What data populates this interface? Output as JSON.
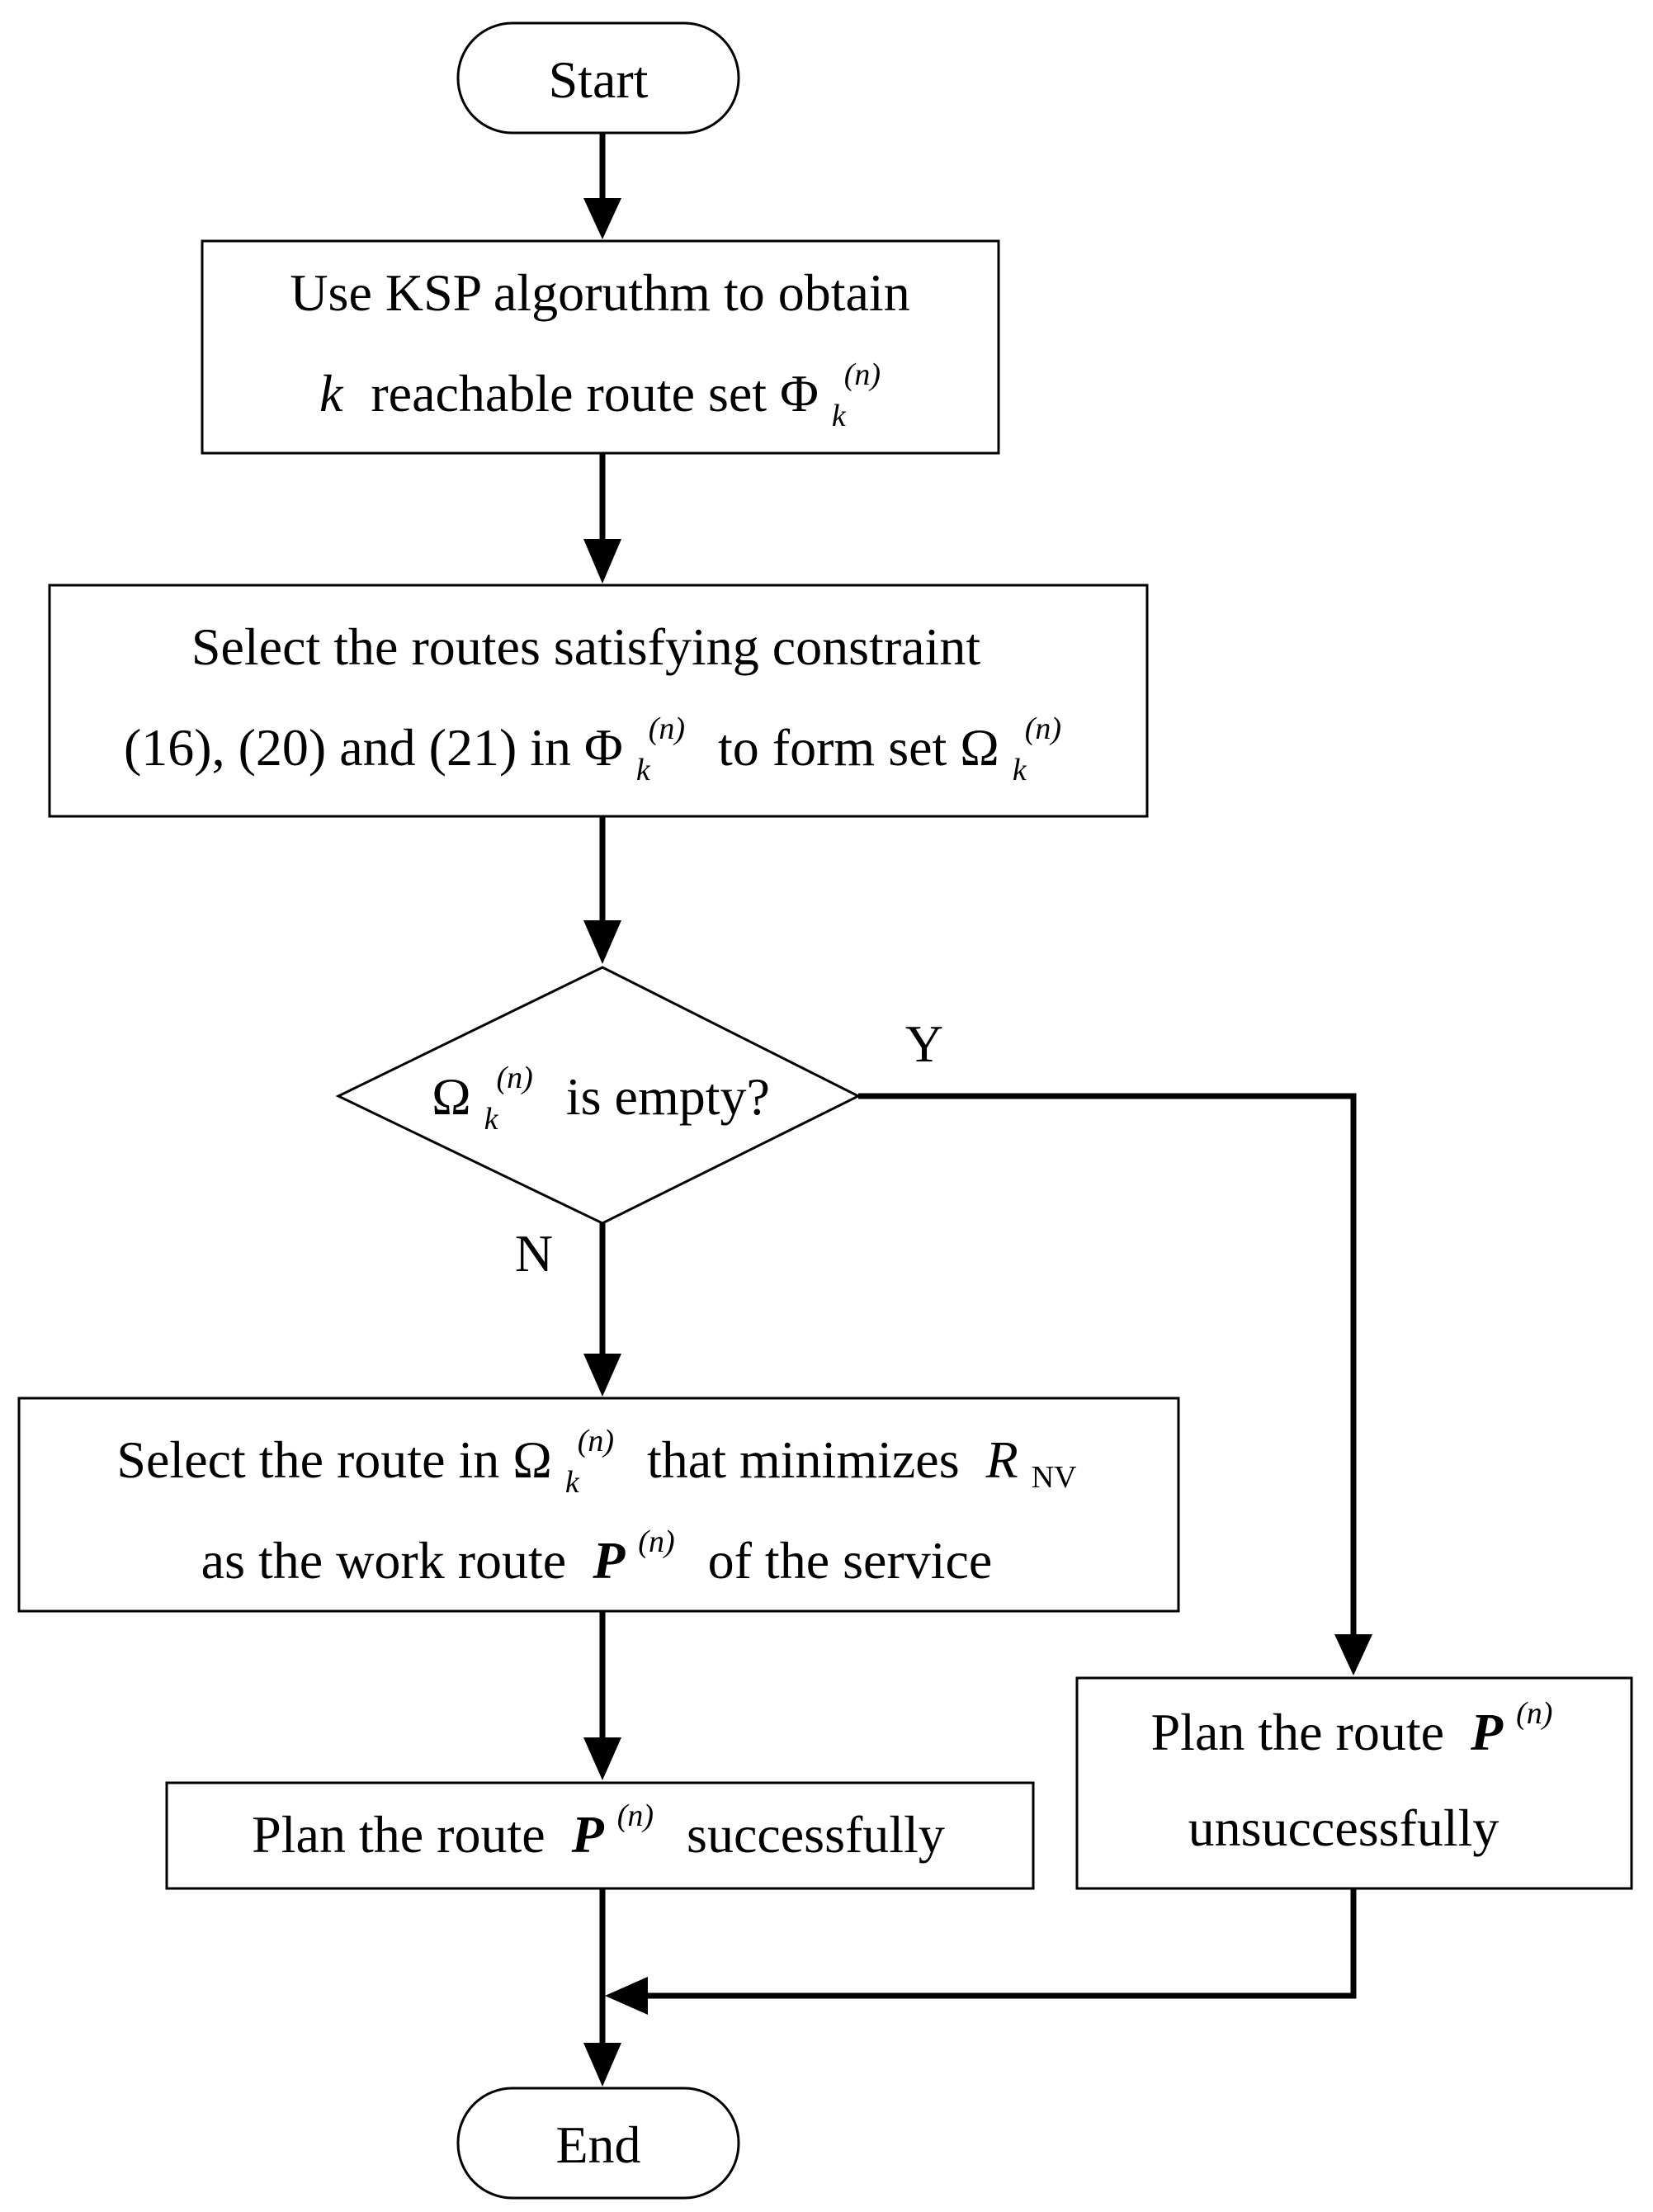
{
  "nodes": {
    "start": {
      "label": "Start"
    },
    "ksp": {
      "line1": "Use KSP algoruthm to obtain",
      "line2_pre": "k",
      "line2_mid": "reachable route set Φ",
      "sub": "k",
      "sup": "(n)"
    },
    "select_constraint": {
      "line1": "Select the routes satisfying constraint",
      "line2_a": "(16), (20) and (21) in Φ",
      "sub_a": "k",
      "sup_a": "(n)",
      "line2_b": "to form set Ω",
      "sub_b": "k",
      "sup_b": "(n)"
    },
    "decision": {
      "pre": "Ω",
      "sub": "k",
      "sup": "(n)",
      "post": "is empty?"
    },
    "select_min": {
      "line1_a": "Select the route in Ω",
      "sub_a": "k",
      "sup_a": "(n)",
      "line1_b": "that minimizes",
      "r": "R",
      "r_sub": "NV",
      "line2_a": "as the work route",
      "p": "P",
      "p_sup": "(n)",
      "line2_b": "of the service"
    },
    "success": {
      "pre": "Plan the route",
      "p": "P",
      "p_sup": "(n)",
      "post": "successfully"
    },
    "fail": {
      "line1_pre": "Plan the route",
      "p": "P",
      "p_sup": "(n)",
      "line2": "unsuccessfully"
    },
    "end": {
      "label": "End"
    }
  },
  "edges": {
    "yes_label": "Y",
    "no_label": "N"
  }
}
